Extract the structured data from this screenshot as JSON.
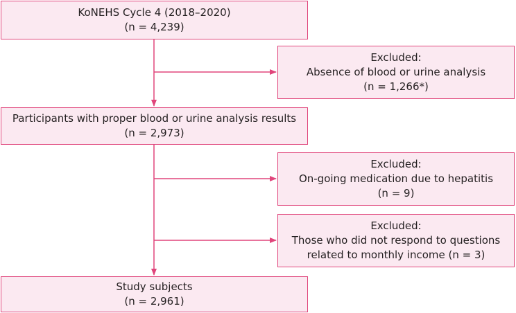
{
  "colors": {
    "box_fill": "#fbe9f1",
    "box_border": "#e0457b",
    "arrow": "#e0457b",
    "text": "#231f20"
  },
  "boxes": {
    "cohort": {
      "line1": "KoNEHS Cycle 4 (2018–2020)",
      "line2": "(n = 4,239)"
    },
    "exclusion1": {
      "line1": "Excluded:",
      "line2": "Absence of blood or urine analysis",
      "line3": "(n = 1,266*)"
    },
    "participants": {
      "line1": "Participants with proper blood or urine analysis results",
      "line2": "(n = 2,973)"
    },
    "exclusion2": {
      "line1": "Excluded:",
      "line2": "On-going medication due to hepatitis",
      "line3": "(n = 9)"
    },
    "exclusion3": {
      "line1": "Excluded:",
      "line2": "Those who did not respond to questions",
      "line3": "related to monthly income (n = 3)"
    },
    "final": {
      "line1": "Study subjects",
      "line2": "(n = 2,961)"
    }
  }
}
